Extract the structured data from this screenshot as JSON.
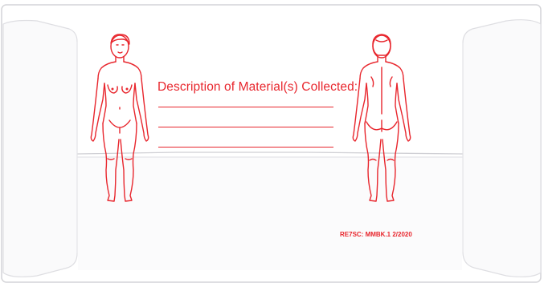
{
  "form": {
    "title": "Description of Material(s) Collected:",
    "code": "RE7SC: MMBK.1 2/2020",
    "lines": 3
  },
  "colors": {
    "print_red": "#e8262d",
    "paper": "#ffffff",
    "paper_edge": "#d9d9dc",
    "flap_shadow": "#e9e9ec"
  },
  "figures": {
    "front": "body-diagram-front",
    "back": "body-diagram-back"
  }
}
